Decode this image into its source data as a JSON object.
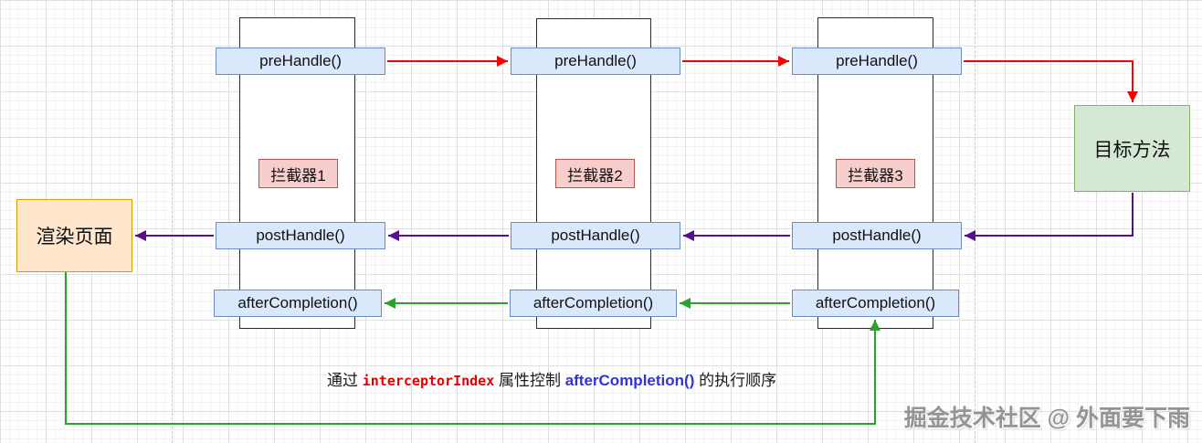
{
  "diagram": {
    "type": "spring-mvc-interceptor-flow",
    "interceptors": [
      {
        "label": "拦截器1",
        "pre": "preHandle()",
        "post": "postHandle()",
        "after": "afterCompletion()"
      },
      {
        "label": "拦截器2",
        "pre": "preHandle()",
        "post": "postHandle()",
        "after": "afterCompletion()"
      },
      {
        "label": "拦截器3",
        "pre": "preHandle()",
        "post": "postHandle()",
        "after": "afterCompletion()"
      }
    ],
    "render_page": {
      "label": "渲染页面"
    },
    "target_method": {
      "label": "目标方法"
    },
    "annotation": {
      "part1": "通过 ",
      "code": "interceptorIndex",
      "part2": " 属性控制 ",
      "highlight": "afterCompletion()",
      "part3": " 的执行顺序"
    },
    "watermark": "掘金技术社区 @ 外面要下雨",
    "colors": {
      "pre_handle_flow": "#f00505",
      "post_handle_flow": "#560f8f",
      "after_completion_flow": "#28a428",
      "method_box_fill": "#dae8fc",
      "method_box_border": "#6c8ebf",
      "interceptor_label_fill": "#f8cecc",
      "interceptor_label_border": "#b85450",
      "render_page_fill": "#ffe6cc",
      "render_page_border": "#d79b00",
      "target_method_fill": "#d5e8d4",
      "target_method_border": "#82b366"
    }
  }
}
